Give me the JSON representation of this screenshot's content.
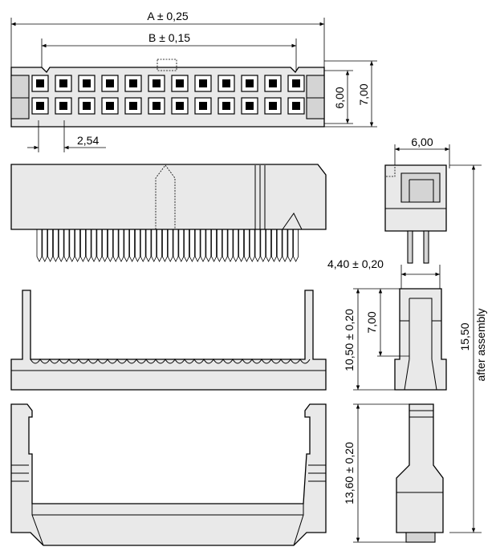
{
  "drawing": {
    "dimensions": {
      "a_length": "A ± 0,25",
      "b_length": "B ± 0,15",
      "pitch": "2,54",
      "row_height_inner": "6,00",
      "row_height_outer": "7,00",
      "side_width": "6,00",
      "strain_offset": "4,40 ± 0,20",
      "housing_height": "10,50 ± 0,20",
      "latch_height": "7,00",
      "total_height": "15,50",
      "total_height_note": "after assembly",
      "latch_total_height": "13,60 ± 0,20"
    },
    "pin_columns": 12,
    "pin_rows": 2
  }
}
